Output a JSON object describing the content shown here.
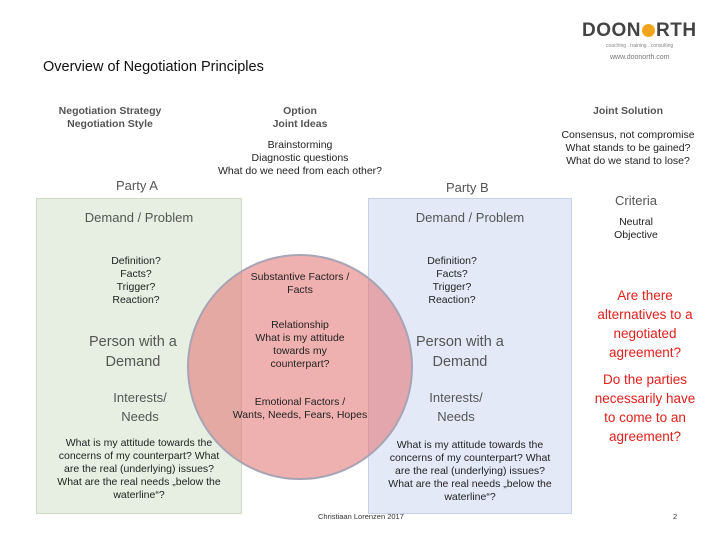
{
  "logo": {
    "text_left": "DOON",
    "text_right": "RTH",
    "tagline": "coaching . training . consulting",
    "url": "www.doonorth.com"
  },
  "title": "Overview of Negotiation Principles",
  "top": {
    "left_line1": "Negotiation Strategy",
    "left_line2": "Negotiation Style",
    "mid_line1": "Option",
    "mid_line2": "Joint Ideas",
    "mid_list": [
      "Brainstorming",
      "Diagnostic questions",
      "What do we need from each other?"
    ],
    "right_head": "Joint Solution",
    "right_list": [
      "Consensus, not compromise",
      "What stands to be gained?",
      "What do we stand to lose?"
    ]
  },
  "partyA": {
    "label": "Party A",
    "demand": "Demand / Problem",
    "questions": [
      "Definition?",
      "Facts?",
      "Trigger?",
      "Reaction?"
    ],
    "person_line1": "Person with a",
    "person_line2": "Demand",
    "interests_line1": "Interests/",
    "interests_line2": "Needs",
    "attitude": [
      "What is my attitude towards the",
      "concerns of my counterpart? What",
      "are the real (underlying) issues?",
      "What are the real needs „below the",
      "waterline“?"
    ]
  },
  "partyB": {
    "label": "Party B",
    "demand": "Demand / Problem",
    "questions": [
      "Definition?",
      "Facts?",
      "Trigger?",
      "Reaction?"
    ],
    "person_line1": "Person with a",
    "person_line2": "Demand",
    "interests_line1": "Interests/",
    "interests_line2": "Needs",
    "attitude": [
      "What is my attitude towards the",
      "concerns of my counterpart? What",
      "are the real (underlying) issues?",
      "What are the real needs „below the",
      "waterline“?"
    ]
  },
  "center": {
    "substantive": [
      "Substantive Factors /",
      "Facts"
    ],
    "relationship": [
      "Relationship",
      "What is my attitude",
      "towards my",
      "counterpart?"
    ],
    "emotional": [
      "Emotional Factors /",
      "Wants, Needs, Fears, Hopes"
    ]
  },
  "criteria": {
    "head": "Criteria",
    "items": [
      "Neutral",
      "Objective"
    ]
  },
  "alternatives": [
    "Are there",
    "alternatives to a",
    "negotiated",
    "agreement?"
  ],
  "parties": [
    "Do the parties",
    "necessarily have",
    "to come to an",
    "agreement?"
  ],
  "footer": {
    "author": "Christiaan Lorenzen 2017",
    "page": "2"
  },
  "colors": {
    "panel_a": "#e6efe2",
    "panel_b": "#e4e9f7",
    "circle": "#e27070",
    "accent_red": "#e0201b",
    "logo_orange": "#f2a51c"
  }
}
